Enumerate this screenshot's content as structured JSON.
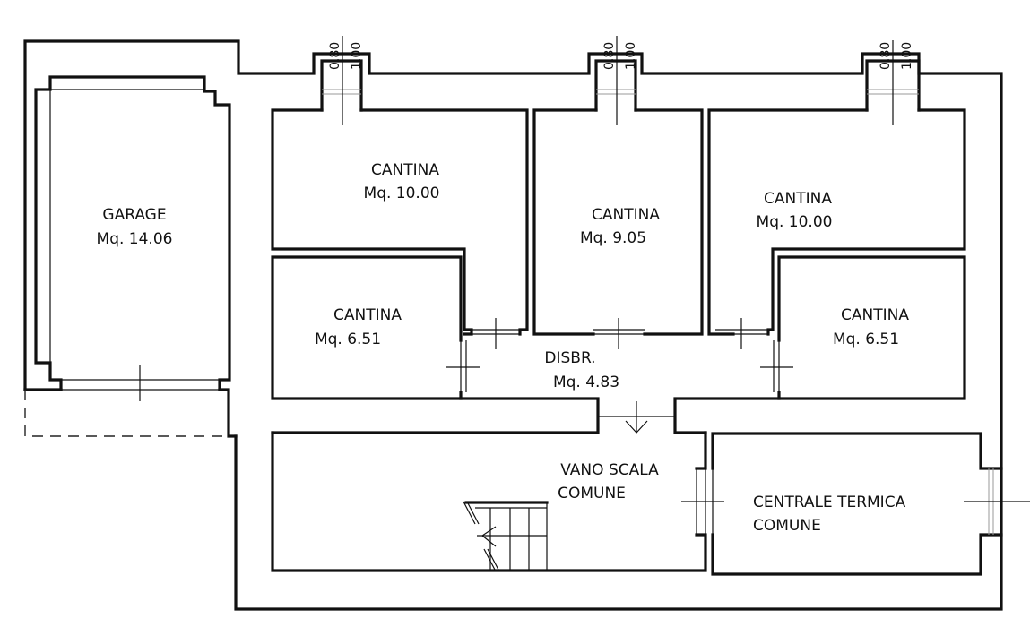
{
  "title": "Floor plan - basement level",
  "colors": {
    "line": "#111111",
    "background": "#ffffff"
  },
  "rooms": [
    {
      "id": "garage",
      "name": "GARAGE",
      "area": "Mq. 14.06"
    },
    {
      "id": "cantina-top-left",
      "name": "CANTINA",
      "area": "Mq. 10.00"
    },
    {
      "id": "cantina-top-center",
      "name": "CANTINA",
      "area": "Mq. 9.05"
    },
    {
      "id": "cantina-top-right",
      "name": "CANTINA",
      "area": "Mq. 10.00"
    },
    {
      "id": "cantina-bottom-left",
      "name": "CANTINA",
      "area": "Mq. 6.51"
    },
    {
      "id": "cantina-bottom-right",
      "name": "CANTINA",
      "area": "Mq. 6.51"
    },
    {
      "id": "disimpegno",
      "name": "DISBR.",
      "area": "Mq. 4.83"
    },
    {
      "id": "vano-scala",
      "name": "VANO SCALA",
      "area": "COMUNE"
    },
    {
      "id": "centrale-termica",
      "name": "CENTRALE TERMICA",
      "area": "COMUNE"
    }
  ],
  "window_dimensions": [
    {
      "width": "0.80",
      "height": "1.00"
    },
    {
      "width": "0.80",
      "height": "1.00"
    },
    {
      "width": "0.80",
      "height": "1.00"
    }
  ]
}
